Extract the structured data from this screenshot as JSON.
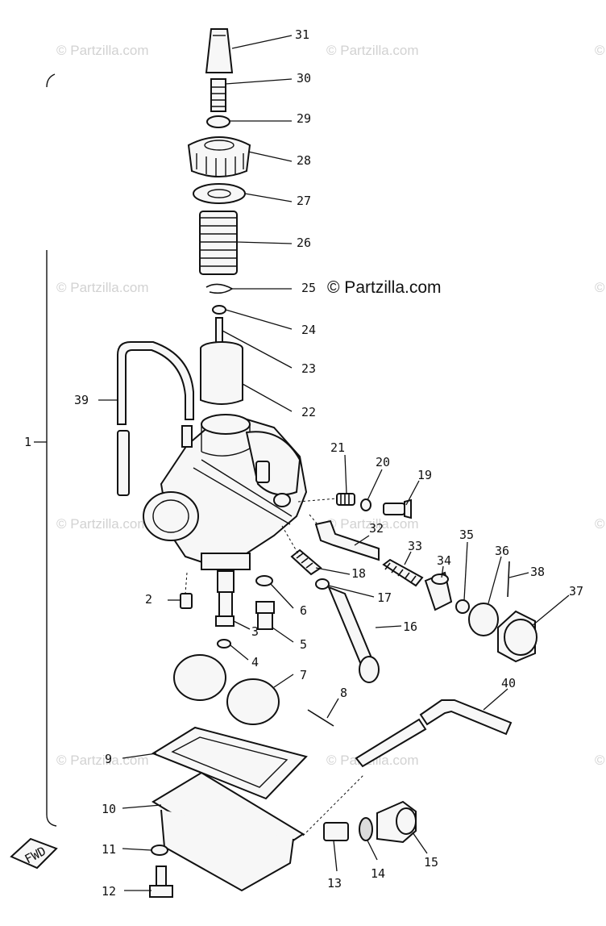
{
  "watermarks": {
    "faint": "© Partzilla.com",
    "main": "© Partzilla.com"
  },
  "callouts": [
    "1",
    "2",
    "3",
    "4",
    "5",
    "6",
    "7",
    "8",
    "9",
    "10",
    "11",
    "12",
    "13",
    "14",
    "15",
    "16",
    "17",
    "18",
    "19",
    "20",
    "21",
    "22",
    "23",
    "24",
    "25",
    "26",
    "27",
    "28",
    "29",
    "30",
    "31",
    "32",
    "33",
    "34",
    "35",
    "36",
    "37",
    "38",
    "39",
    "40"
  ],
  "direction_badge": "FWD",
  "colors": {
    "ink": "#111111",
    "watermark": "#d2d2d2",
    "paper": "#ffffff"
  }
}
